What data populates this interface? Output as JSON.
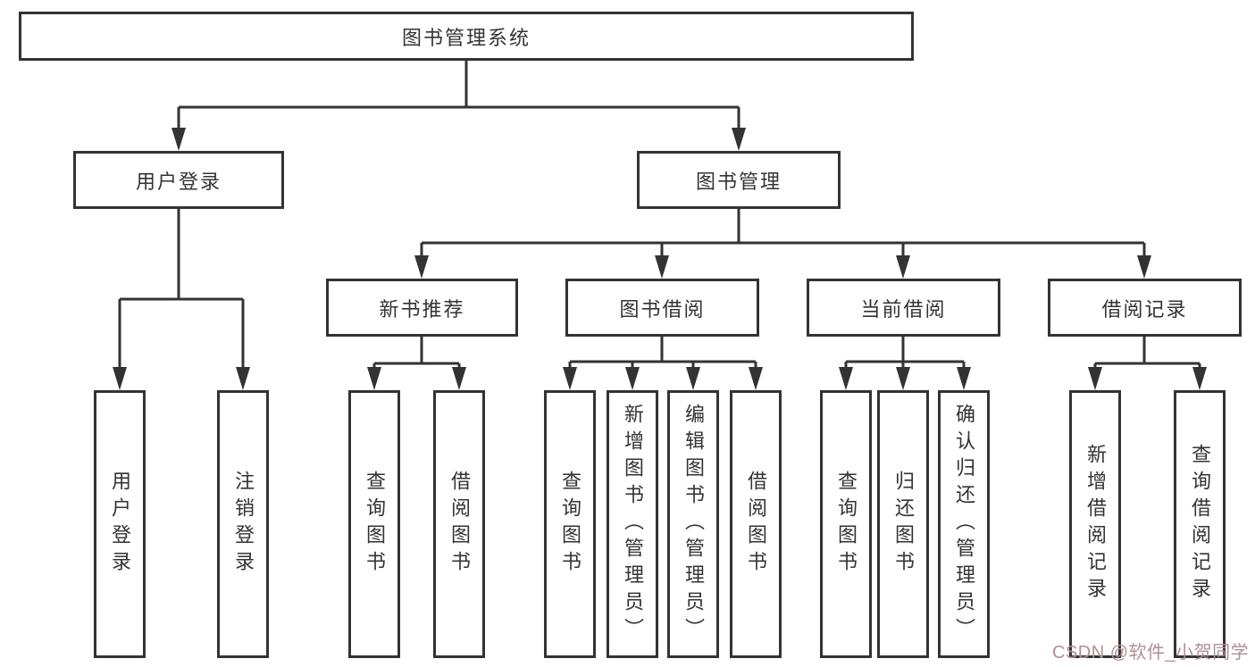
{
  "diagram": {
    "title": "图书管理系统",
    "watermark": "CSDN @软件_小贺同学",
    "colors": {
      "line": "#333333",
      "box_border": "#333333",
      "text": "#333333",
      "watermark": "#b09090",
      "background": "#ffffff"
    }
  },
  "nodes": {
    "root": "图书管理系统",
    "level2": {
      "user_login": "用户登录",
      "book_mgmt": "图书管理"
    },
    "level3": [
      "新书推荐",
      "图书借阅",
      "当前借阅",
      "借阅记录"
    ],
    "leaves": {
      "user": [
        "用户登录",
        "注销登录"
      ],
      "recommend": [
        "查询图书",
        "借阅图书"
      ],
      "borrow": [
        "查询图书",
        "新增图书（管理员）",
        "编辑图书（管理员）",
        "借阅图书"
      ],
      "current": [
        "查询图书",
        "归还图书",
        "确认归还（管理员）"
      ],
      "records": [
        "新增借阅记录",
        "查询借阅记录"
      ]
    }
  }
}
